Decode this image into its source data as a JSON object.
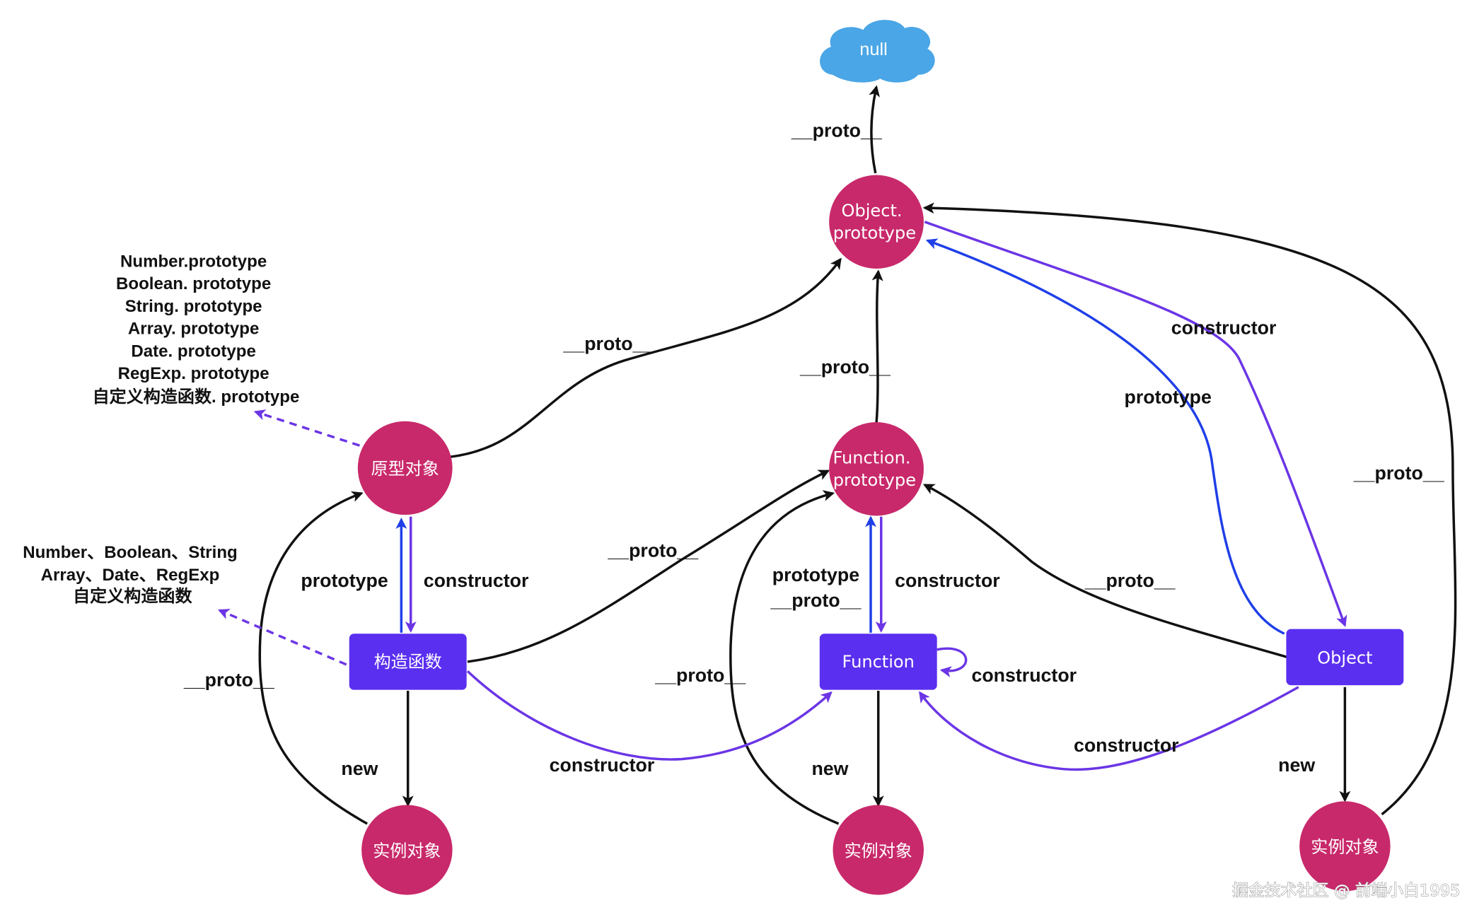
{
  "colors": {
    "circle_node": "#c8296a",
    "rect_node": "#5a2ff0",
    "cloud": "#4aa6e6",
    "black_arrow": "#111111",
    "purple_arrow": "#6b35e6",
    "blue_arrow": "#1f3fe8"
  },
  "nodes": {
    "null": "null",
    "object_prototype": [
      "Object.",
      "prototype"
    ],
    "function_prototype": [
      "Function.",
      "prototype"
    ],
    "prototype_object": "原型对象",
    "constructor_fn": "构造函数",
    "function": "Function",
    "object": "Object",
    "instance_left": "实例对象",
    "instance_mid": "实例对象",
    "instance_right": "实例对象"
  },
  "labels": {
    "proto": "__proto__",
    "prototype": "prototype",
    "constructor": "constructor",
    "new": "new"
  },
  "notes": {
    "builtin_prototypes": [
      "Number.prototype",
      "Boolean. prototype",
      "String. prototype",
      "Array. prototype",
      "Date. prototype",
      "RegExp. prototype",
      "自定义构造函数. prototype"
    ],
    "builtin_constructors": [
      "Number、Boolean、String",
      "Array、Date、RegExp",
      "自定义构造函数"
    ]
  },
  "watermark": "掘金技术社区 @ 前端小白1995"
}
